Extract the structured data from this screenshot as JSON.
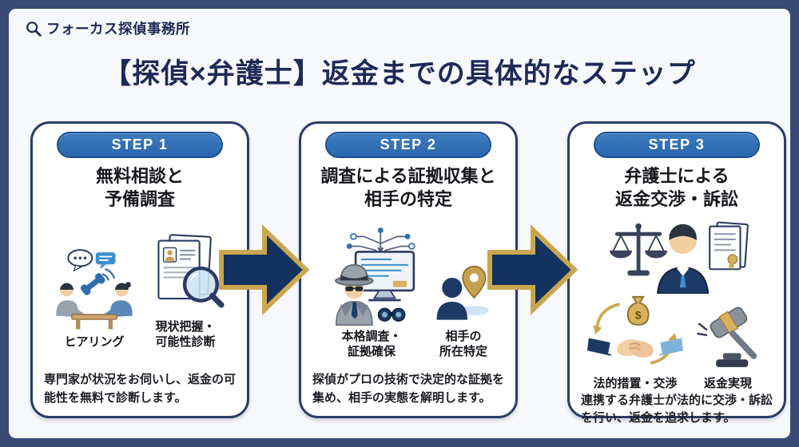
{
  "logo": {
    "text": "フォーカス探偵事務所",
    "icon": "magnifier-icon"
  },
  "title": "【探偵×弁護士】返金までの具体的なステップ",
  "steps": [
    {
      "badge": "STEP 1",
      "title_line1": "無料相談と",
      "title_line2": "予備調査",
      "figures": [
        {
          "icon": "consultation-illustration",
          "label_line1": "ヒアリング",
          "label_line2": ""
        },
        {
          "icon": "document-review-illustration",
          "label_line1": "現状把握・",
          "label_line2": "可能性診断"
        }
      ],
      "description": "専門家が状況をお伺いし、返金の可能性を無料で診断します。"
    },
    {
      "badge": "STEP 2",
      "title_line1": "調査による証拠収集と",
      "title_line2": "相手の特定",
      "figures": [
        {
          "icon": "detective-investigation-illustration",
          "label_line1": "本格調査・",
          "label_line2": "証拠確保"
        },
        {
          "icon": "target-location-illustration",
          "label_line1": "相手の",
          "label_line2": "所在特定"
        }
      ],
      "description": "探偵がプロの技術で決定的な証拠を集め、相手の実態を解明します。"
    },
    {
      "badge": "STEP 3",
      "title_line1": "弁護士による",
      "title_line2": "返金交渉・訴訟",
      "top_figure": {
        "icon": "lawyer-scales-certificate-illustration"
      },
      "figures": [
        {
          "icon": "handshake-money-illustration",
          "label_line1": "法的措置・交渉",
          "label_line2": ""
        },
        {
          "icon": "gavel-illustration",
          "label_line1": "返金実現",
          "label_line2": ""
        }
      ],
      "description": "連携する弁護士が法的に交渉・訴訟を行い、返金を追求します。"
    }
  ],
  "colors": {
    "frame_navy": "#3b4a74",
    "title_navy": "#1e2a56",
    "badge_blue": "#2e6fb5",
    "arrow_navy": "#14325f",
    "arrow_gold": "#c9a74f",
    "card_border": "#2c3c68",
    "background": "#f7f8fb"
  }
}
